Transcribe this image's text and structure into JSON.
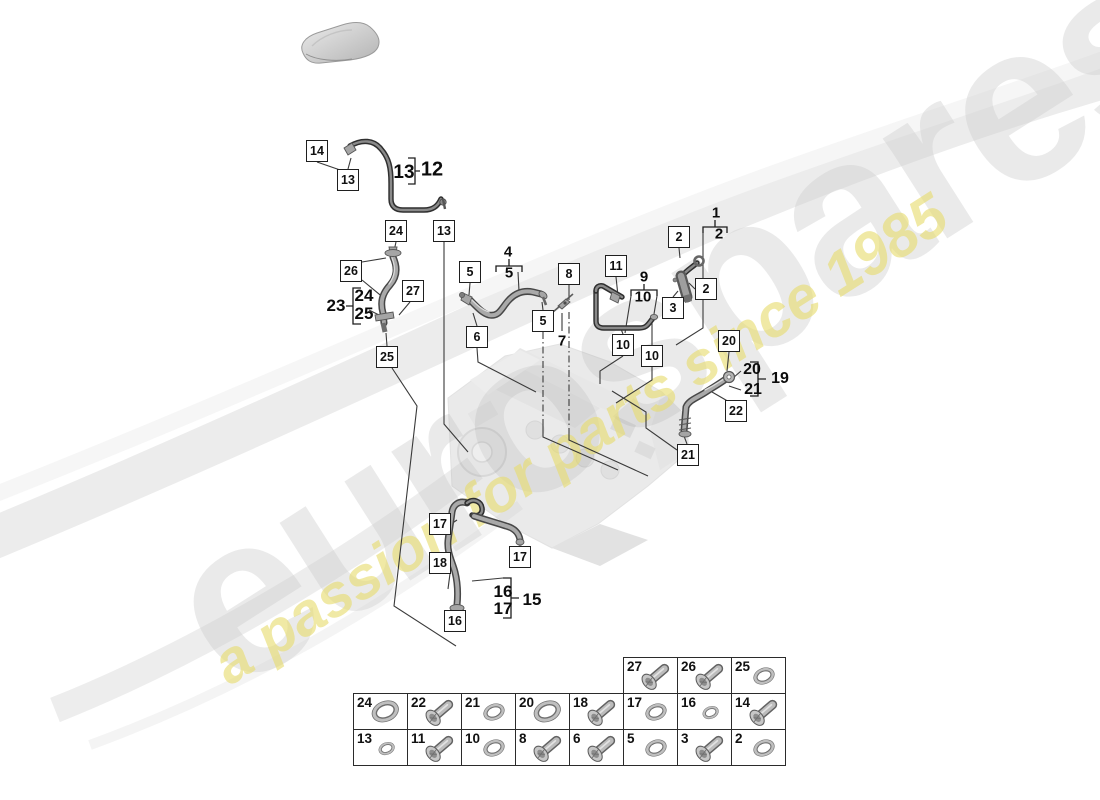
{
  "watermark": {
    "brand": "eurospares",
    "tagline": "a passion for parts since 1985",
    "brand_color": "#d2d2d2",
    "tagline_color": "#e6db6e"
  },
  "callouts": [
    {
      "label": "14"
    },
    {
      "label": "13"
    },
    {
      "label": "24"
    },
    {
      "label": "13"
    },
    {
      "label": "26"
    },
    {
      "label": "27"
    },
    {
      "label": "25"
    },
    {
      "label": "5"
    },
    {
      "label": "6"
    },
    {
      "label": "5"
    },
    {
      "label": "8"
    },
    {
      "label": "11"
    },
    {
      "label": "10"
    },
    {
      "label": "10"
    },
    {
      "label": "2"
    },
    {
      "label": "2"
    },
    {
      "label": "3"
    },
    {
      "label": "20"
    },
    {
      "label": "22"
    },
    {
      "label": "21"
    },
    {
      "label": "17"
    },
    {
      "label": "18"
    },
    {
      "label": "17"
    },
    {
      "label": "16"
    }
  ],
  "bold_labels": [
    {
      "label": "13"
    },
    {
      "label": "12"
    },
    {
      "label": "23"
    },
    {
      "label": "24"
    },
    {
      "label": "25"
    },
    {
      "label": "4"
    },
    {
      "label": "5"
    },
    {
      "label": "9"
    },
    {
      "label": "10"
    },
    {
      "label": "1"
    },
    {
      "label": "2"
    },
    {
      "label": "7"
    },
    {
      "label": "20"
    },
    {
      "label": "21"
    },
    {
      "label": "19"
    },
    {
      "label": "16"
    },
    {
      "label": "17"
    },
    {
      "label": "15"
    }
  ],
  "legend": {
    "cells": [
      {
        "num": "27",
        "icon": "screw"
      },
      {
        "num": "26",
        "icon": "screw"
      },
      {
        "num": "25",
        "icon": "oring"
      },
      {
        "num": "24",
        "icon": "oring-lg"
      },
      {
        "num": "22",
        "icon": "screw"
      },
      {
        "num": "21",
        "icon": "oring"
      },
      {
        "num": "20",
        "icon": "oring-lg"
      },
      {
        "num": "18",
        "icon": "screw"
      },
      {
        "num": "17",
        "icon": "oring"
      },
      {
        "num": "16",
        "icon": "oring-sm"
      },
      {
        "num": "14",
        "icon": "screw"
      },
      {
        "num": "13",
        "icon": "oring-sm"
      },
      {
        "num": "11",
        "icon": "screw"
      },
      {
        "num": "10",
        "icon": "oring"
      },
      {
        "num": "8",
        "icon": "screw"
      },
      {
        "num": "6",
        "icon": "screw"
      },
      {
        "num": "5",
        "icon": "oring"
      },
      {
        "num": "3",
        "icon": "screw"
      },
      {
        "num": "2",
        "icon": "oring"
      }
    ]
  }
}
